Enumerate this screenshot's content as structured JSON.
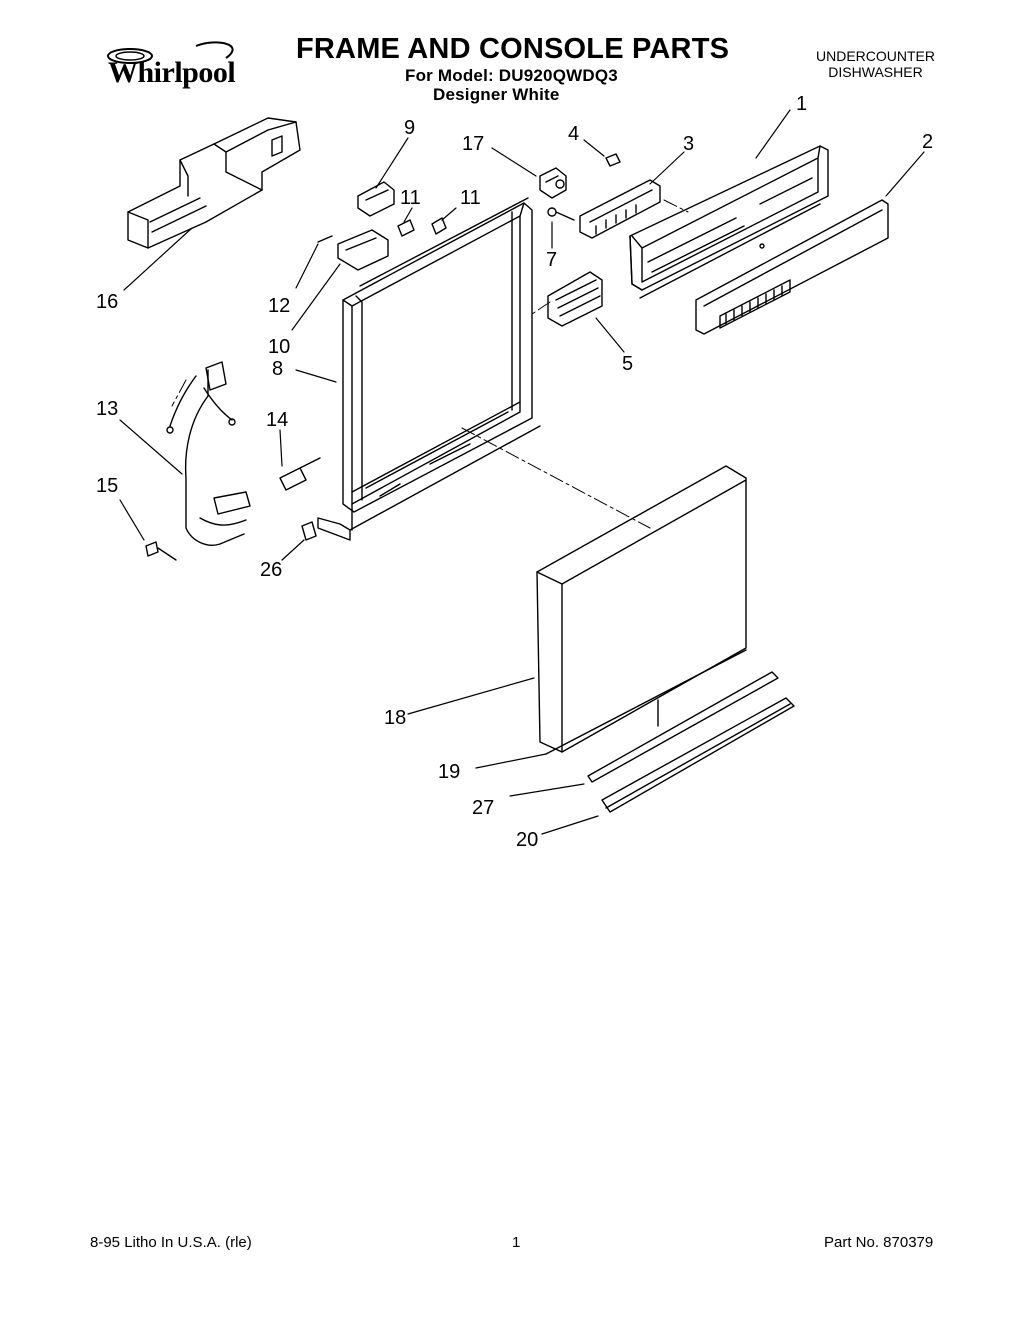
{
  "header": {
    "brand": "Whirlpool",
    "title": "FRAME AND CONSOLE PARTS",
    "model_line": "For Model: DU920QWDQ3",
    "finish": "Designer White",
    "product_type_line1": "UNDERCOUNTER",
    "product_type_line2": "DISHWASHER"
  },
  "callouts": {
    "c1": "1",
    "c2": "2",
    "c3": "3",
    "c4": "4",
    "c5": "5",
    "c7": "7",
    "c8": "8",
    "c9": "9",
    "c10": "10",
    "c11a": "11",
    "c11b": "11",
    "c12": "12",
    "c13": "13",
    "c14": "14",
    "c15": "15",
    "c16": "16",
    "c17": "17",
    "c18": "18",
    "c19": "19",
    "c20": "20",
    "c26": "26",
    "c27": "27"
  },
  "footer": {
    "print_info": "8-95 Litho In U.S.A. (rle)",
    "page_number": "1",
    "part_number": "Part No. 870379"
  }
}
